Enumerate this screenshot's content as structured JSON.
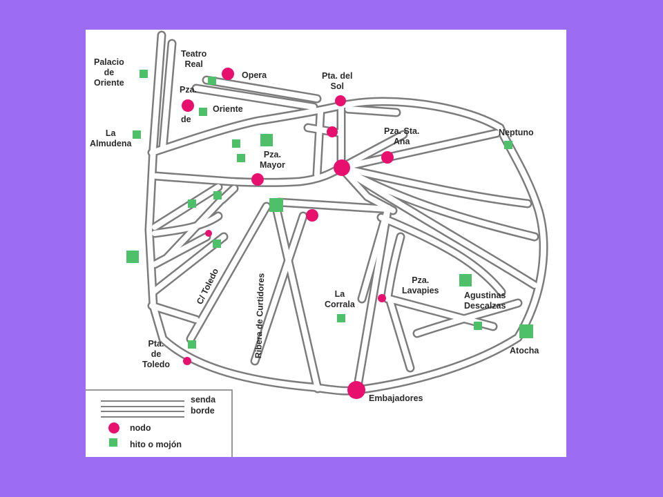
{
  "map": {
    "labels": {
      "palacio": "Palacio\nde\nOriente",
      "teatro": "Teatro\nReal",
      "opera": "Opera",
      "pta_sol": "Pta. del\nSol",
      "pza_oriente_a": "Pza.",
      "pza_oriente_b": "de",
      "oriente": "Oriente",
      "almudena": "La\nAlmudena",
      "neptuno": "Neptuno",
      "pza_sta_ana": "Pza. Sta.\nAna",
      "pza_mayor": "Pza.\nMayor",
      "c_toledo": "C/ Toledo",
      "ribera": "Ribera de Curtidores",
      "la_corrala": "La\nCorrala",
      "pza_lavapies": "Pza.\nLavapies",
      "agustinas": "Agustinas\nDescalzas",
      "atocha": "Atocha",
      "pta_toledo": "Pta.\nde\nToledo",
      "embajadores": "Embajadores"
    },
    "legend": {
      "senda": "senda",
      "borde": "borde",
      "nodo": "nodo",
      "hito": "hito o mojón"
    },
    "colors": {
      "background": "#9c6cf2",
      "street": "#7c7c7c",
      "nodo": "#e8106e",
      "hito": "#4fc06a"
    }
  }
}
